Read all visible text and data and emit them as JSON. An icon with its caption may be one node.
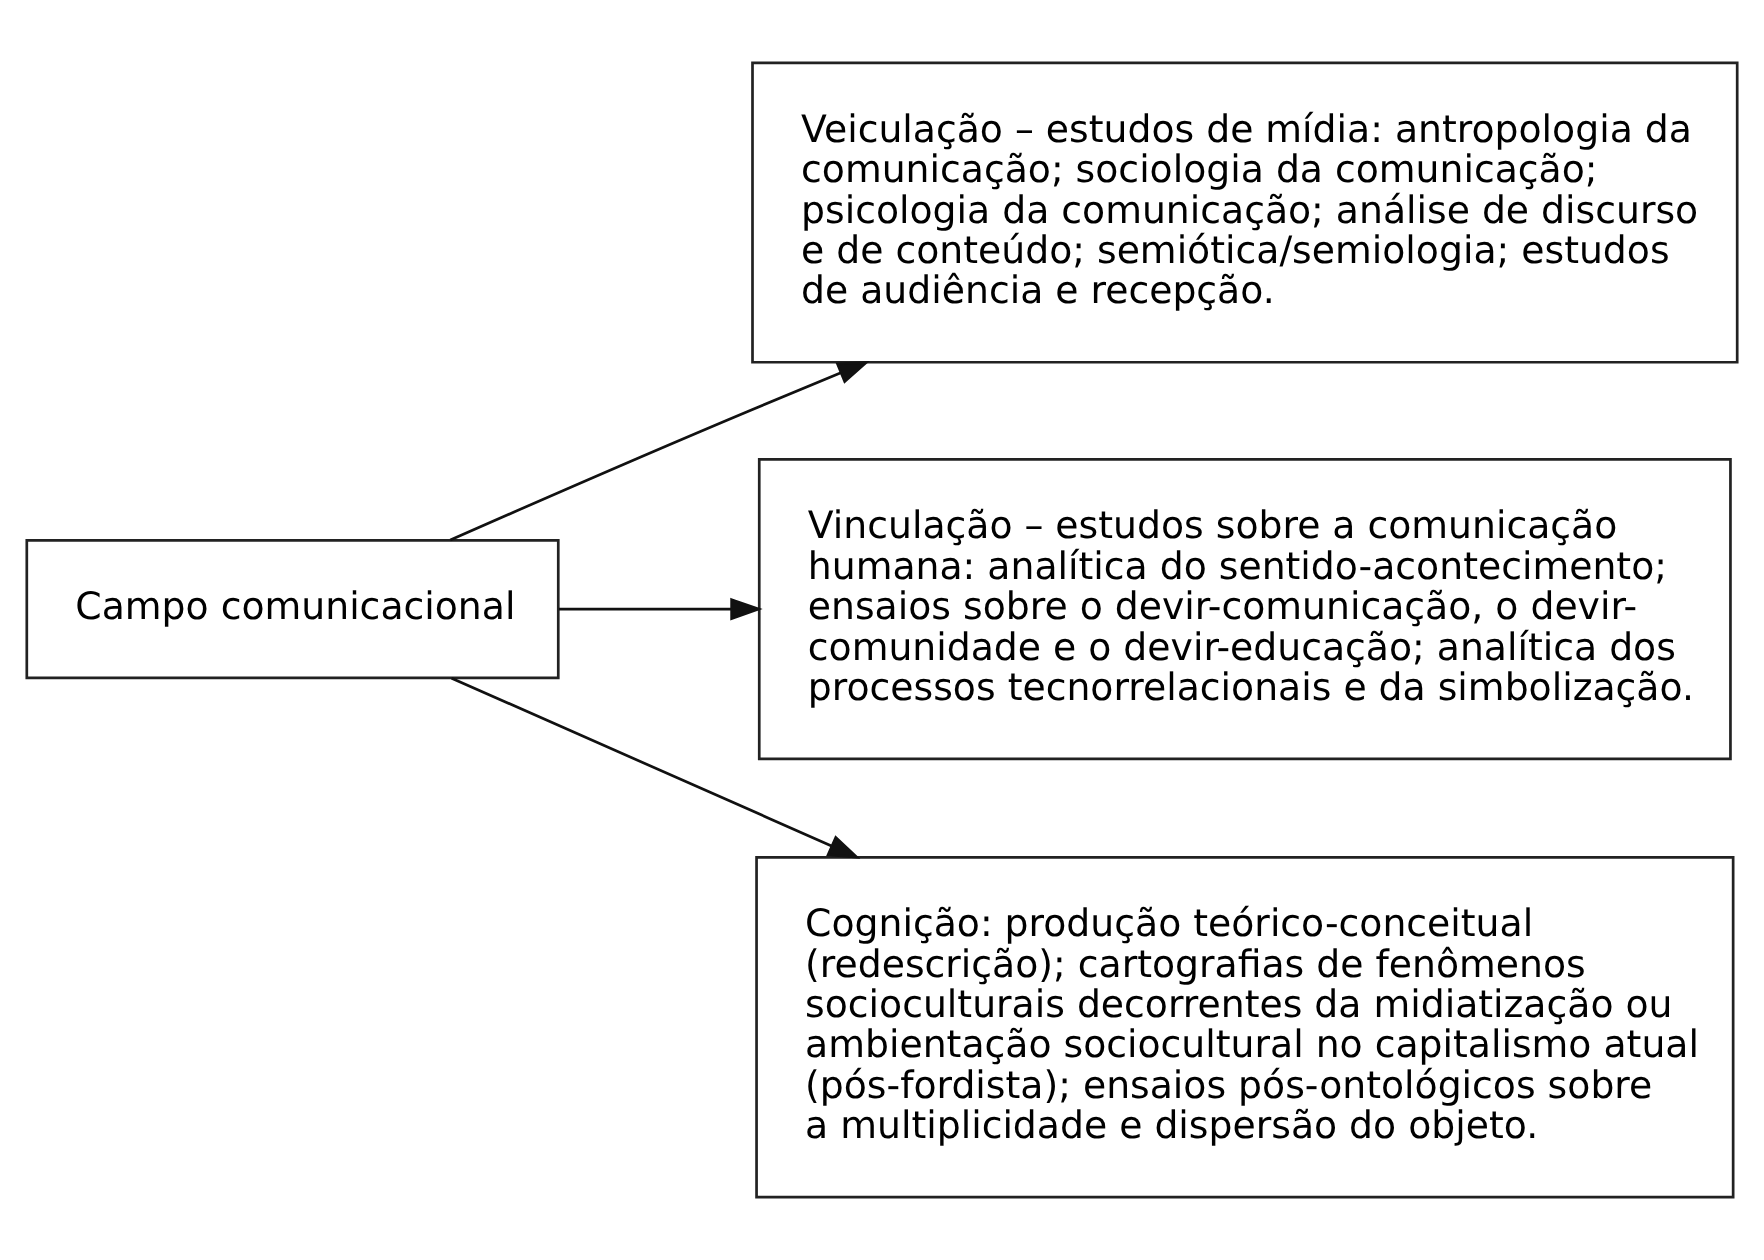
{
  "diagram": {
    "nodes": [
      {
        "text": [
          "Campo comunicacional"
        ]
      },
      {
        "text": [
          "Veiculação – estudos de mídia: antropologia da comunicação; sociologia da comunicação; psicologia da comunicação; análise de discurso e de conteúdo; semiótica/semiologia; estudos de audiência e recepção."
        ]
      },
      {
        "text": [
          "Vinculação – estudos sobre a comunicação humana: analítica do sentido-acontecimento; ensaios sobre o devir-comunicação, o devir-comunidade e o devir-educação; analítica dos processos tecnorrelacionais e da simbolização."
        ]
      },
      {
        "text": [
          "Cognição: produção teórico-conceitual (redescrição); cartografias de fenômenos socioculturais decorrentes da midiatização ou ambientação sociocultural no capitalismo atual (pós-fordista); ensaios pós-ontológicos sobre a multiplicidade e dispersão do objeto."
        ]
      }
    ],
    "edges": [
      {
        "from": 0,
        "to": 1,
        "arrow": "to"
      },
      {
        "from": 0,
        "to": 2,
        "arrow": "to"
      },
      {
        "from": 0,
        "to": 3,
        "arrow": "to"
      }
    ]
  }
}
